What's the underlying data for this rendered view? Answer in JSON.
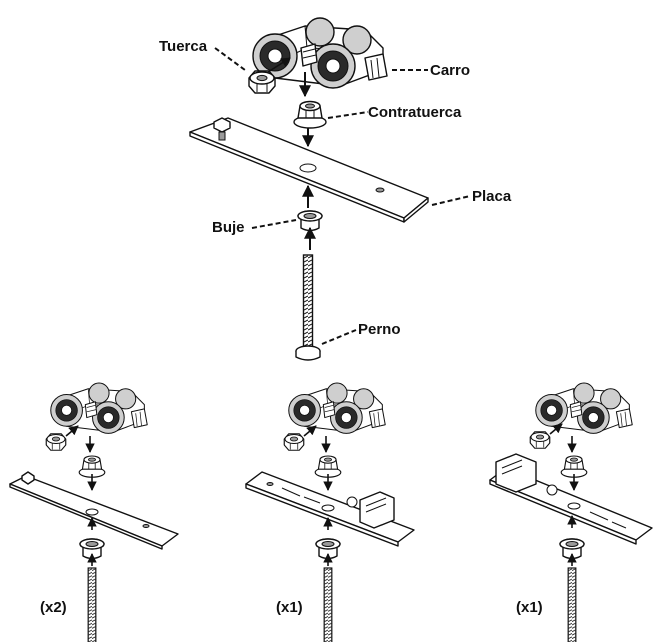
{
  "labels": {
    "tuerca": "Tuerca",
    "carro": "Carro",
    "contratuerca": "Contratuerca",
    "placa": "Placa",
    "buje": "Buje",
    "perno": "Perno"
  },
  "variants": [
    {
      "quantity": "(x2)"
    },
    {
      "quantity": "(x1)"
    },
    {
      "quantity": "(x1)"
    }
  ]
}
